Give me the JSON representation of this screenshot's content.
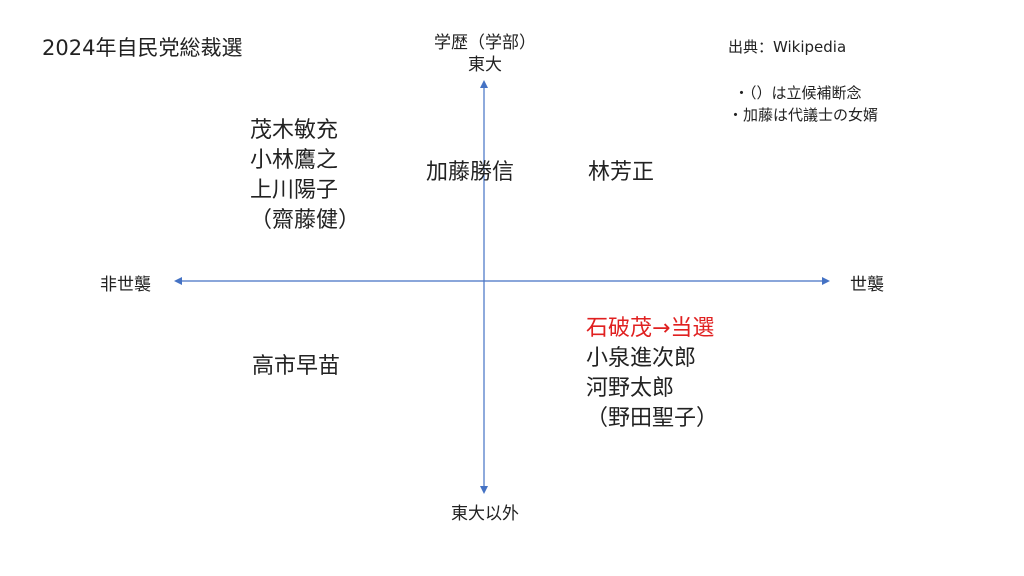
{
  "title": "2024年自民党総裁選",
  "source": "出典：Wikipedia",
  "notes": [
    "・（）は立候補断念",
    "・加藤は代議士の女婿"
  ],
  "axes": {
    "top_line1": "学歴（学部）",
    "top_line2": "東大",
    "bottom": "東大以外",
    "left": "非世襲",
    "right": "世襲"
  },
  "quadrants": {
    "top_left": [
      "茂木敏充",
      "小林鷹之",
      "上川陽子",
      "（齋藤健）"
    ],
    "top_center": [
      "加藤勝信"
    ],
    "top_right": [
      "林芳正"
    ],
    "bottom_left": [
      "高市早苗"
    ],
    "bottom_right": [
      "石破茂→当選",
      "小泉進次郎",
      "河野太郎",
      "（野田聖子）"
    ]
  },
  "colors": {
    "axis": "#4472c4",
    "elected": "#e02020",
    "text": "#222222"
  }
}
